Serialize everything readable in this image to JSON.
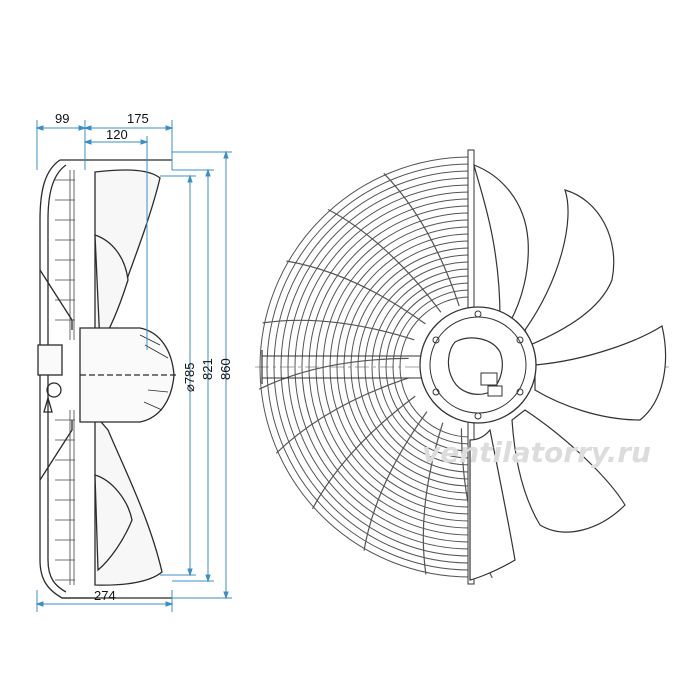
{
  "dimensions": {
    "top_width": "99",
    "top_depth": "175",
    "inner_depth": "120",
    "bottom_depth": "274",
    "impeller_diameter": "⌀785",
    "guard_diameter": "821",
    "overall_height": "860"
  },
  "watermark": "ventilatorry.ru",
  "colors": {
    "dimension_line": "#3b8fc4",
    "outline": "#2b2b2b",
    "grid": "#555555"
  }
}
